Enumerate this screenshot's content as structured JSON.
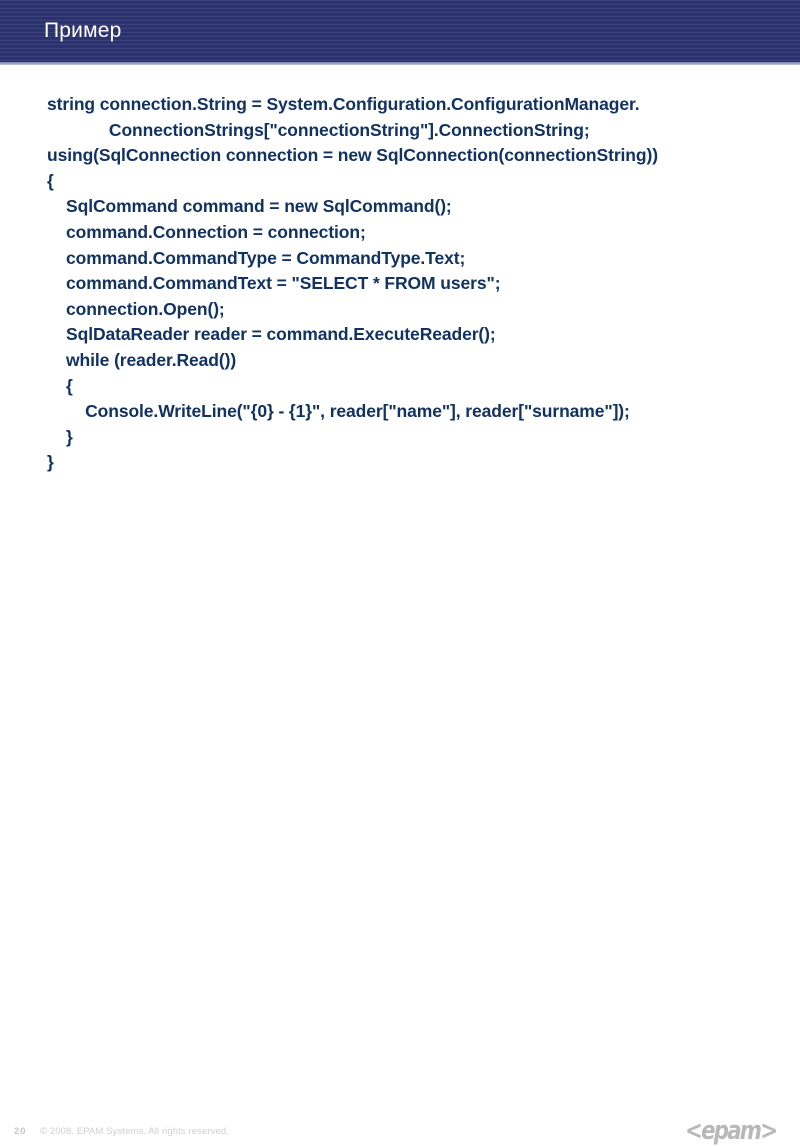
{
  "slide": {
    "title": "Пример",
    "header_bg": "#2d3371",
    "header_rule": "#9aa1c6",
    "body_bg": "#ffffff",
    "code_color": "#123262"
  },
  "code": {
    "language": "csharp",
    "lines": [
      "string connection.String = System.Configuration.ConfigurationManager.",
      "             ConnectionStrings[\"connectionString\"].ConnectionString;",
      "using(SqlConnection connection = new SqlConnection(connectionString))",
      "{",
      "    SqlCommand command = new SqlCommand();",
      "    command.Connection = connection;",
      "    command.CommandType = CommandType.Text;",
      "    command.CommandText = \"SELECT * FROM users\";",
      "    connection.Open();",
      "    SqlDataReader reader = command.ExecuteReader();",
      "    while (reader.Read())",
      "    {",
      "        Console.WriteLine(\"{0} - {1}\", reader[\"name\"], reader[\"surname\"]);",
      "    }",
      "}"
    ]
  },
  "footer": {
    "page_number": "20",
    "copyright": "© 2008. EPAM Systems. All rights reserved.",
    "logo_text": "<epam>",
    "logo_color": "#b8b8b8",
    "text_color": "#cfcfcf"
  }
}
